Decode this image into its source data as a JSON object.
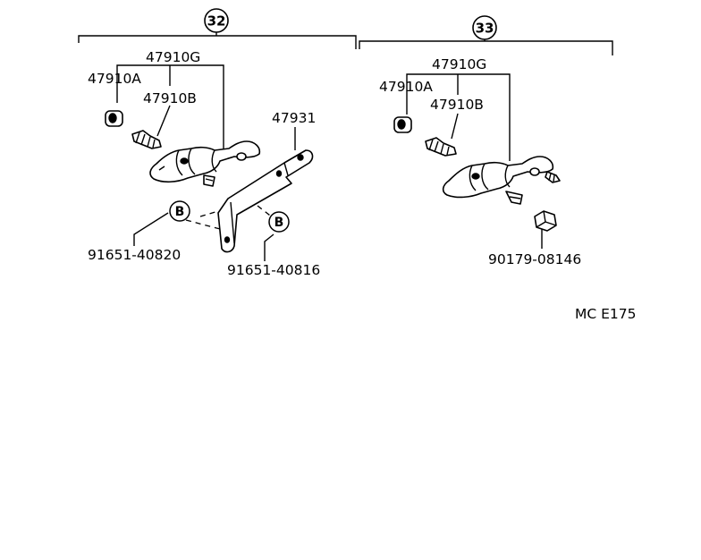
{
  "groups": [
    {
      "number": "32"
    },
    {
      "number": "33"
    }
  ],
  "labels": {
    "g32_kit": "47910G",
    "g32_part_a": "47910A",
    "g32_part_b": "47910B",
    "g32_bracket": "47931",
    "g32_bolt_1": "91651-40820",
    "g32_bolt_2": "91651-40816",
    "g33_kit": "47910G",
    "g33_part_a": "47910A",
    "g33_part_b": "47910B",
    "g33_nut": "90179-08146"
  },
  "callout_letter": "B",
  "figure_code": "MC E175"
}
